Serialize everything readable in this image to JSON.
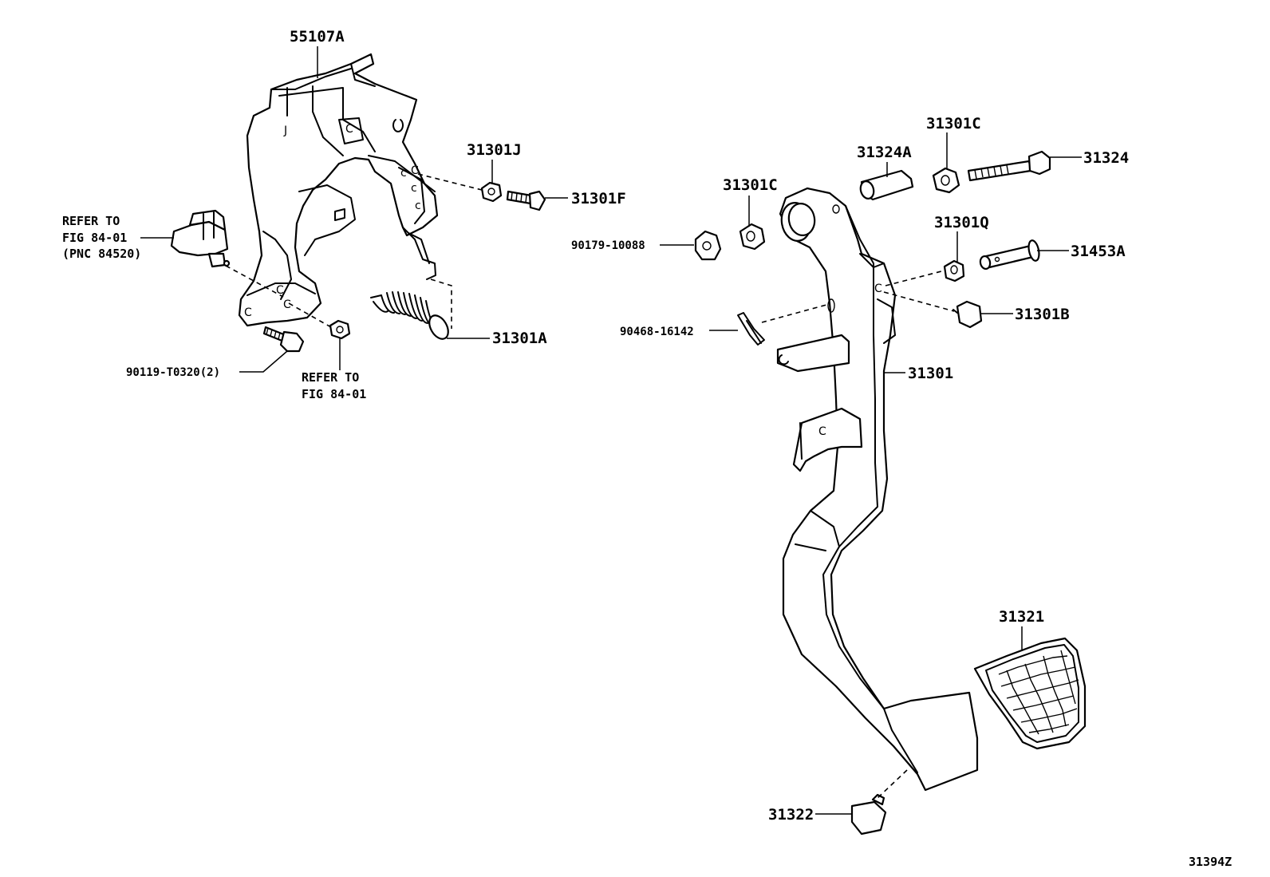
{
  "labels": {
    "p55107A": "55107A",
    "p31301J": "31301J",
    "p31301F": "31301F",
    "p31301A": "31301A",
    "p90119": "90119-T0320(2)",
    "p31301C_top": "31301C",
    "p31324A": "31324A",
    "p31324": "31324",
    "p31301C_mid": "31301C",
    "p90179": "90179-10088",
    "p31301Q": "31301Q",
    "p31453A": "31453A",
    "p31301B": "31301B",
    "p90468": "90468-16142",
    "p31301": "31301",
    "p31321": "31321",
    "p31322": "31322"
  },
  "refs": {
    "switch_ref_line1": "REFER TO",
    "switch_ref_line2": "FIG 84-01",
    "switch_ref_line3": "(PNC 84520)",
    "nut_ref_line1": "REFER TO",
    "nut_ref_line2": "FIG 84-01"
  },
  "illustration_code": "31394Z",
  "colors": {
    "ink": "#000000",
    "paper": "#ffffff"
  }
}
